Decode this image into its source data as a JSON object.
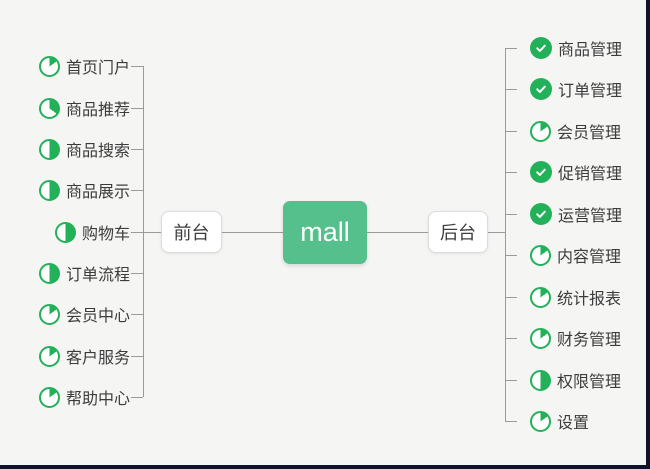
{
  "root": {
    "label": "mall"
  },
  "left_branch": {
    "label": "前台",
    "items": [
      {
        "label": "首页门户",
        "icon": "pie",
        "progress": 15
      },
      {
        "label": "商品推荐",
        "icon": "pie",
        "progress": 35
      },
      {
        "label": "商品搜索",
        "icon": "pie",
        "progress": 50
      },
      {
        "label": "商品展示",
        "icon": "pie",
        "progress": 50
      },
      {
        "label": "购物车",
        "icon": "pie",
        "progress": 50
      },
      {
        "label": "订单流程",
        "icon": "pie",
        "progress": 50
      },
      {
        "label": "会员中心",
        "icon": "pie",
        "progress": 15
      },
      {
        "label": "客户服务",
        "icon": "pie",
        "progress": 15
      },
      {
        "label": "帮助中心",
        "icon": "pie",
        "progress": 15
      }
    ]
  },
  "right_branch": {
    "label": "后台",
    "items": [
      {
        "label": "商品管理",
        "icon": "check",
        "progress": 100
      },
      {
        "label": "订单管理",
        "icon": "check",
        "progress": 100
      },
      {
        "label": "会员管理",
        "icon": "pie",
        "progress": 15
      },
      {
        "label": "促销管理",
        "icon": "check",
        "progress": 100
      },
      {
        "label": "运营管理",
        "icon": "check",
        "progress": 100
      },
      {
        "label": "内容管理",
        "icon": "pie",
        "progress": 15
      },
      {
        "label": "统计报表",
        "icon": "pie",
        "progress": 15
      },
      {
        "label": "财务管理",
        "icon": "pie",
        "progress": 15
      },
      {
        "label": "权限管理",
        "icon": "pie",
        "progress": 50
      },
      {
        "label": "设置",
        "icon": "pie",
        "progress": 15
      }
    ]
  },
  "colors": {
    "accent_green": "#22b159",
    "node_green": "#55c08c",
    "line": "#9b9b9b",
    "background": "#f5f5f4",
    "frame_border": "#12122b",
    "text": "#3c3c3c"
  }
}
